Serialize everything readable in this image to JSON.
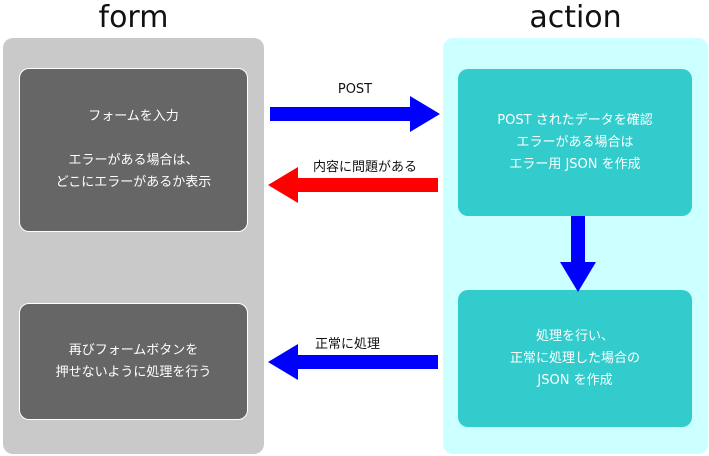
{
  "columns": {
    "form": "form",
    "action": "action"
  },
  "boxes": {
    "input": {
      "lines": [
        "フォームを入力",
        "",
        "エラーがある場合は、",
        "どこにエラーがあるか表示"
      ]
    },
    "resubmit": {
      "lines": [
        "再びフォームボタンを",
        "押せないように処理を行う"
      ]
    },
    "validate": {
      "lines": [
        "POST されたデータを確認",
        "エラーがある場合は",
        "エラー用 JSON を作成"
      ]
    },
    "process": {
      "lines": [
        "処理を行い、",
        "正常に処理した場合の",
        "JSON を作成"
      ]
    }
  },
  "arrows": {
    "post": {
      "label": "POST",
      "color": "#0000ff",
      "direction": "right"
    },
    "error": {
      "label": "内容に問題がある",
      "color": "#ff0000",
      "direction": "left"
    },
    "down": {
      "label": "",
      "color": "#0000ff",
      "direction": "down"
    },
    "normal": {
      "label": "正常に処理",
      "color": "#0000ff",
      "direction": "left"
    }
  },
  "colors": {
    "form_panel": "#c9c9c9",
    "action_panel": "#ccffff",
    "form_box": "#666666",
    "action_box": "#33cccc"
  }
}
